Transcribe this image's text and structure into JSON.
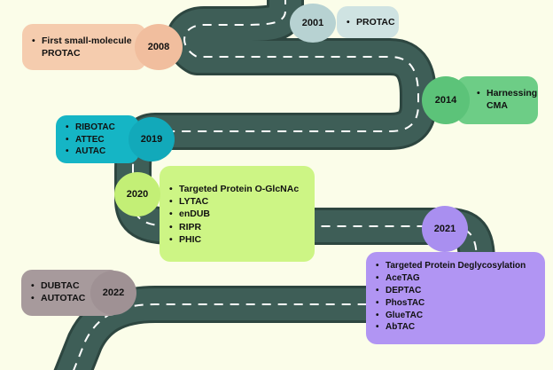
{
  "colors": {
    "road": "#3e5e57",
    "road_edge": "#2d4640",
    "dash": "#ffffff",
    "background": "#fbfde9"
  },
  "milestones": [
    {
      "year": "2001",
      "items": [
        "PROTAC"
      ],
      "box_color": "#cfe3e2",
      "circle_color": "#b7d2d2"
    },
    {
      "year": "2008",
      "items": [
        "First small-molecule PROTAC"
      ],
      "box_color": "#f5ccae",
      "circle_color": "#f1be9e"
    },
    {
      "year": "2014",
      "items": [
        "Harnessing CMA"
      ],
      "box_color": "#6dcd86",
      "circle_color": "#5cc379"
    },
    {
      "year": "2019",
      "items": [
        "RIBOTAC",
        "ATTEC",
        "AUTAC"
      ],
      "box_color": "#15b5c5",
      "circle_color": "#12a9ba"
    },
    {
      "year": "2020",
      "items": [
        "Targeted Protein O-GlcNAc",
        "LYTAC",
        "enDUB",
        "RIPR",
        "PHIC"
      ],
      "box_color": "#cdf585",
      "circle_color": "#c3ef76"
    },
    {
      "year": "2021",
      "items": [
        "Targeted Protein Deglycosylation",
        "AceTAG",
        "DEPTAC",
        "PhosTAC",
        "GlueTAC",
        "AbTAC"
      ],
      "box_color": "#b195f3",
      "circle_color": "#a98ff0"
    },
    {
      "year": "2022",
      "items": [
        "DUBTAC",
        "AUTOTAC"
      ],
      "box_color": "#a79a9c",
      "circle_color": "#9f9194"
    }
  ]
}
